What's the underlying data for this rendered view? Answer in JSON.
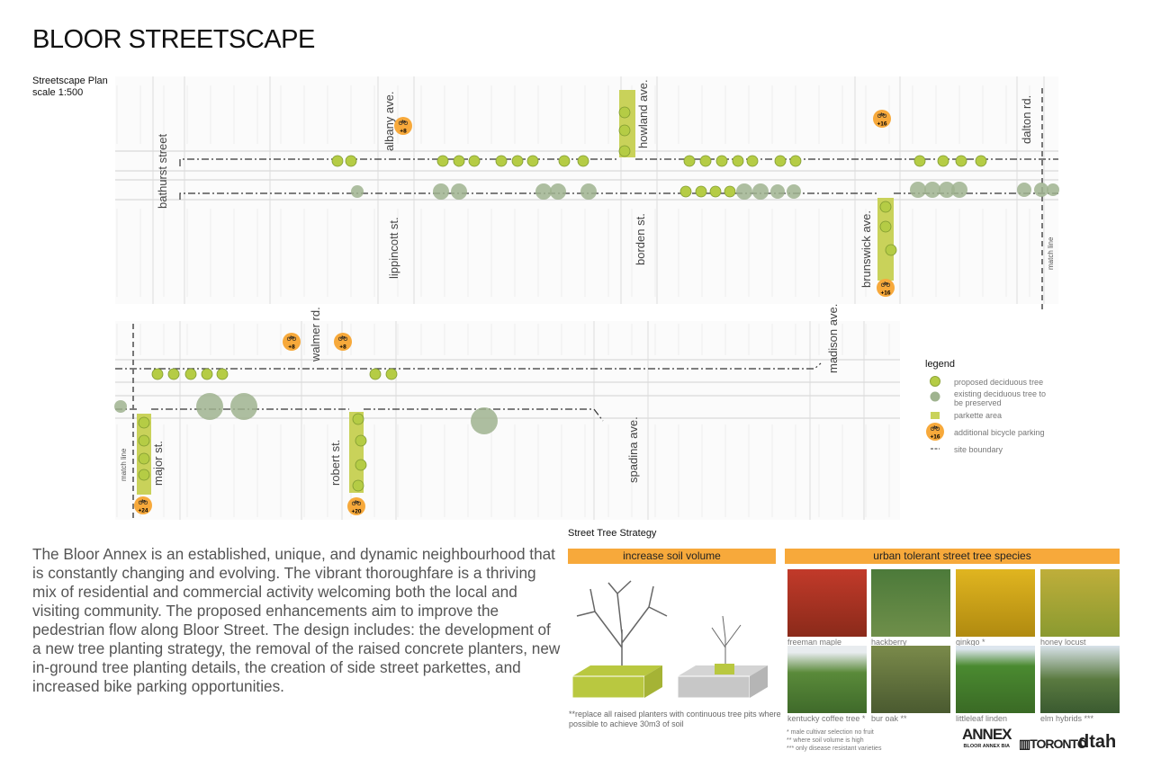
{
  "title": "BLOOR STREETSCAPE",
  "plan": {
    "title": "Streetscape Plan",
    "scale": "scale 1:500"
  },
  "streets_top": {
    "bathurst": "bathurst street",
    "albany": "albany ave.",
    "lippincott": "lippincott st.",
    "howland": "howland ave.",
    "borden": "borden st.",
    "brunswick": "brunswick ave.",
    "dalton": "dalton rd.",
    "match": "match line"
  },
  "streets_bottom": {
    "walmer": "walmer rd.",
    "madison": "madison ave.",
    "spadina": "spadina ave.",
    "major": "major st.",
    "robert": "robert st.",
    "match": "match line"
  },
  "bike_badges": {
    "albany": "+8",
    "howland_east": "+16",
    "brunswick": "+16",
    "walmer_w": "+8",
    "walmer_e": "+8",
    "major": "+24",
    "robert": "+20"
  },
  "legend": {
    "title": "legend",
    "items": [
      {
        "label": "proposed deciduous tree"
      },
      {
        "label": "existing deciduous tree to be preserved"
      },
      {
        "label": "parkette area"
      },
      {
        "label": "additional bicycle parking",
        "badge": "+16"
      },
      {
        "label": "site boundary"
      }
    ]
  },
  "intro": "The Bloor Annex is an established, unique, and dynamic neighbourhood that is constantly changing and evolving. The vibrant thoroughfare is a thriving mix of residential and commercial activity welcoming both the local and visiting community. The proposed enhancements aim to improve the pedestrian flow along Bloor Street. The design includes: the development of a new tree planting strategy, the removal of the raised concrete planters, new in-ground tree planting details, the creation of side street parkettes, and increased bike parking opportunities.",
  "strategy": {
    "title": "Street Tree Strategy",
    "soil_heading": "increase soil volume",
    "species_heading": "urban tolerant street tree species",
    "soil_note": "**replace all raised planters with continuous tree pits where possible to achieve 30m3 of soil"
  },
  "species": [
    {
      "name": "freeman maple"
    },
    {
      "name": "hackberry"
    },
    {
      "name": "ginkgo *"
    },
    {
      "name": "honey locust"
    },
    {
      "name": "kentucky coffee tree *"
    },
    {
      "name": "bur oak **"
    },
    {
      "name": "littleleaf linden"
    },
    {
      "name": "elm hybrids ***"
    }
  ],
  "footnotes": [
    "* male cultivar selection no fruit",
    "** where soil volume is high",
    "*** only disease resistant varieties"
  ],
  "logos": {
    "annex": "ANNEX",
    "annex_sub": "BLOOR ANNEX BIA",
    "toronto": "TORONTO",
    "dtah": "dtah"
  },
  "colors": {
    "accent": "#f7a93b",
    "proposed_tree": "#b5cc45",
    "existing_tree": "#9fb38f",
    "parkette": "#c9d25a"
  }
}
